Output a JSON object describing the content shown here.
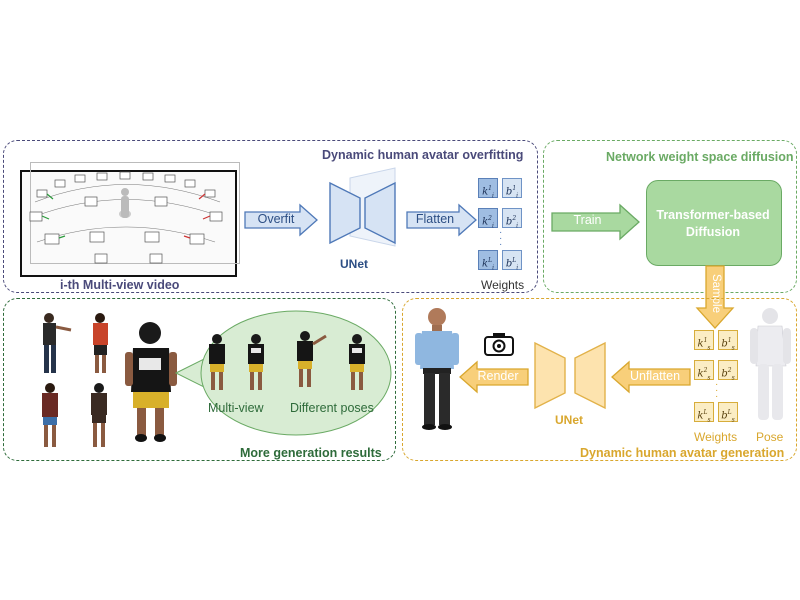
{
  "panels": {
    "overfitting": {
      "title": "Dynamic human avatar overfitting",
      "color": "#4a4a7a"
    },
    "diffusion": {
      "title": "Network weight space diffusion",
      "color": "#6aaa64"
    },
    "generation": {
      "title": "Dynamic human avatar generation",
      "color": "#d9a72e"
    },
    "results": {
      "title": "More generation results",
      "color": "#2e6b3a"
    }
  },
  "labels": {
    "multiview_video": "i-th Multi-view video",
    "unet_top": "UNet",
    "weights_top": "Weights",
    "transformer_line1": "Transformer-based",
    "transformer_line2": "Diffusion",
    "unet_bottom": "UNet",
    "weights_bottom": "Weights",
    "pose": "Pose",
    "multi_view": "Multi-view",
    "different_poses": "Different poses"
  },
  "arrows": {
    "overfit": "Overfit",
    "flatten": "Flatten",
    "train": "Train",
    "sample": "Sample",
    "unflatten": "Unflatten",
    "render": "Render"
  },
  "weights_top": [
    {
      "k": "k",
      "ksup": "1",
      "ksub": "i",
      "b": "b",
      "bsup": "1",
      "bsub": "i"
    },
    {
      "k": "k",
      "ksup": "2",
      "ksub": "i",
      "b": "b",
      "bsup": "2",
      "bsub": "i"
    },
    {
      "k": "k",
      "ksup": "L",
      "ksub": "i",
      "b": "b",
      "bsup": "L",
      "bsub": "i"
    }
  ],
  "weights_bottom": [
    {
      "k": "k",
      "ksup": "1",
      "ksub": "s",
      "b": "b",
      "bsup": "1",
      "bsub": "s"
    },
    {
      "k": "k",
      "ksup": "2",
      "ksub": "s",
      "b": "b",
      "bsup": "2",
      "bsub": "s"
    },
    {
      "k": "k",
      "ksup": "L",
      "ksub": "s",
      "b": "b",
      "bsup": "L",
      "bsub": "s"
    }
  ],
  "icons": [
    "camera-icon"
  ],
  "colors": {
    "blue_fill": "#d6e3f4",
    "blue_stroke": "#4f79b8",
    "green_fill": "#a9d9a0",
    "green_stroke": "#6aaa64",
    "yellow_fill": "#f8cf7a",
    "yellow_stroke": "#d9a72e",
    "ellipse_fill": "#d8ecd3"
  }
}
